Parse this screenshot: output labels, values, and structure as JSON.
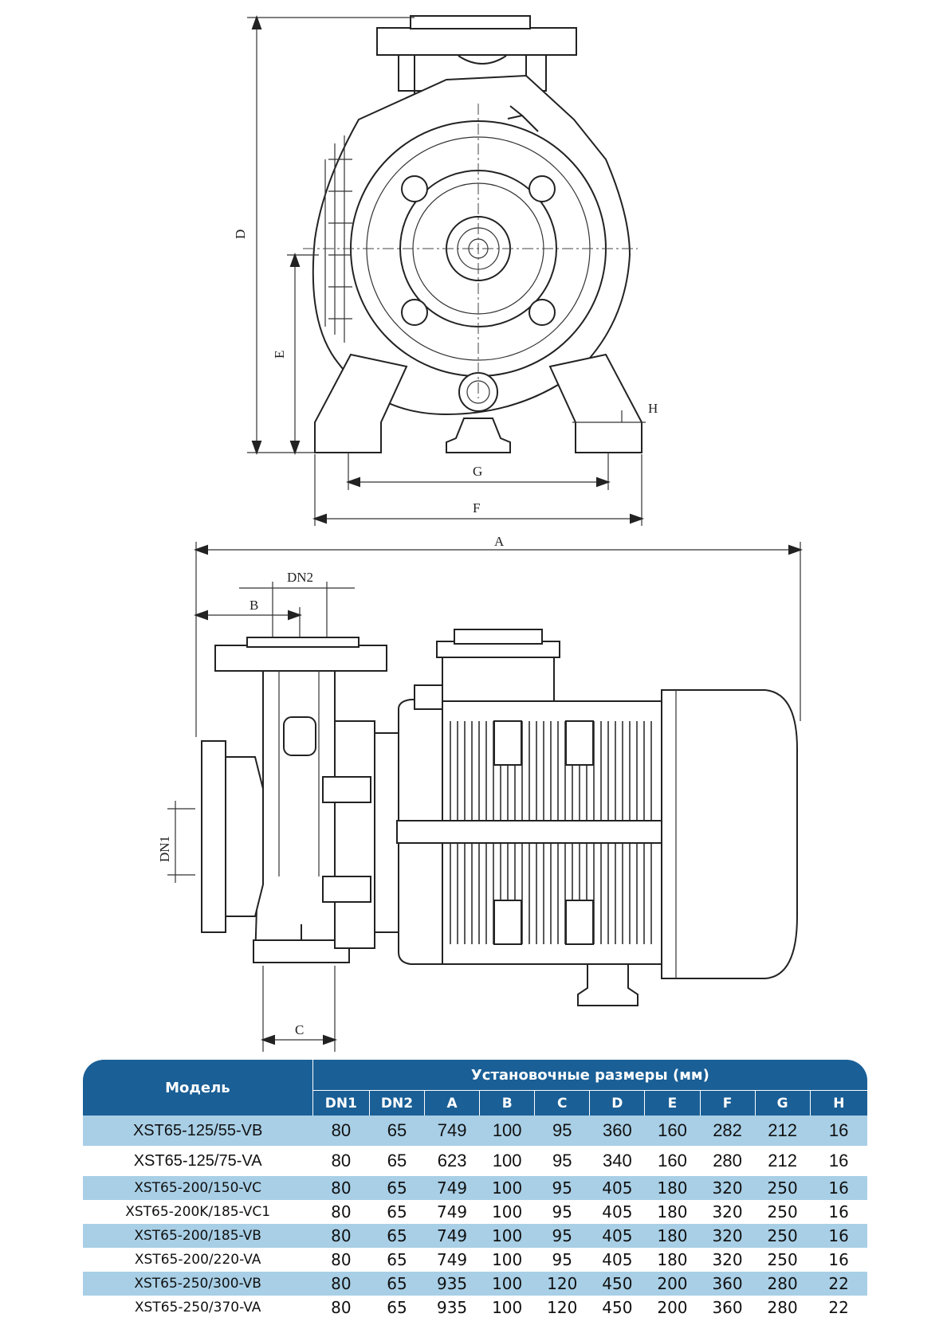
{
  "drawing_labels": {
    "top": {
      "D": "D",
      "E": "E",
      "H": "H",
      "G": "G",
      "F": "F"
    },
    "side": {
      "A": "A",
      "DN2": "DN2",
      "B": "B",
      "DN1": "DN1",
      "C": "C"
    }
  },
  "table": {
    "model_header": "Модель",
    "group_header": "Установочные размеры (мм)",
    "columns": [
      "DN1",
      "DN2",
      "A",
      "B",
      "C",
      "D",
      "E",
      "F",
      "G",
      "H"
    ],
    "rows": [
      {
        "model": "XST65-125/55-VB",
        "values": [
          "80",
          "65",
          "749",
          "100",
          "95",
          "360",
          "160",
          "282",
          "212",
          "16"
        ]
      },
      {
        "model": "XST65-125/75-VA",
        "values": [
          "80",
          "65",
          "623",
          "100",
          "95",
          "340",
          "160",
          "280",
          "212",
          "16"
        ]
      },
      {
        "model": "XST65-200/150-VC",
        "values": [
          "80",
          "65",
          "749",
          "100",
          "95",
          "405",
          "180",
          "320",
          "250",
          "16"
        ]
      },
      {
        "model": "XST65-200K/185-VC1",
        "values": [
          "80",
          "65",
          "749",
          "100",
          "95",
          "405",
          "180",
          "320",
          "250",
          "16"
        ]
      },
      {
        "model": "XST65-200/185-VB",
        "values": [
          "80",
          "65",
          "749",
          "100",
          "95",
          "405",
          "180",
          "320",
          "250",
          "16"
        ]
      },
      {
        "model": "XST65-200/220-VA",
        "values": [
          "80",
          "65",
          "749",
          "100",
          "95",
          "405",
          "180",
          "320",
          "250",
          "16"
        ]
      },
      {
        "model": "XST65-250/300-VB",
        "values": [
          "80",
          "65",
          "935",
          "100",
          "120",
          "450",
          "200",
          "360",
          "280",
          "22"
        ]
      },
      {
        "model": "XST65-250/370-VA",
        "values": [
          "80",
          "65",
          "935",
          "100",
          "120",
          "450",
          "200",
          "360",
          "280",
          "22"
        ]
      }
    ]
  }
}
